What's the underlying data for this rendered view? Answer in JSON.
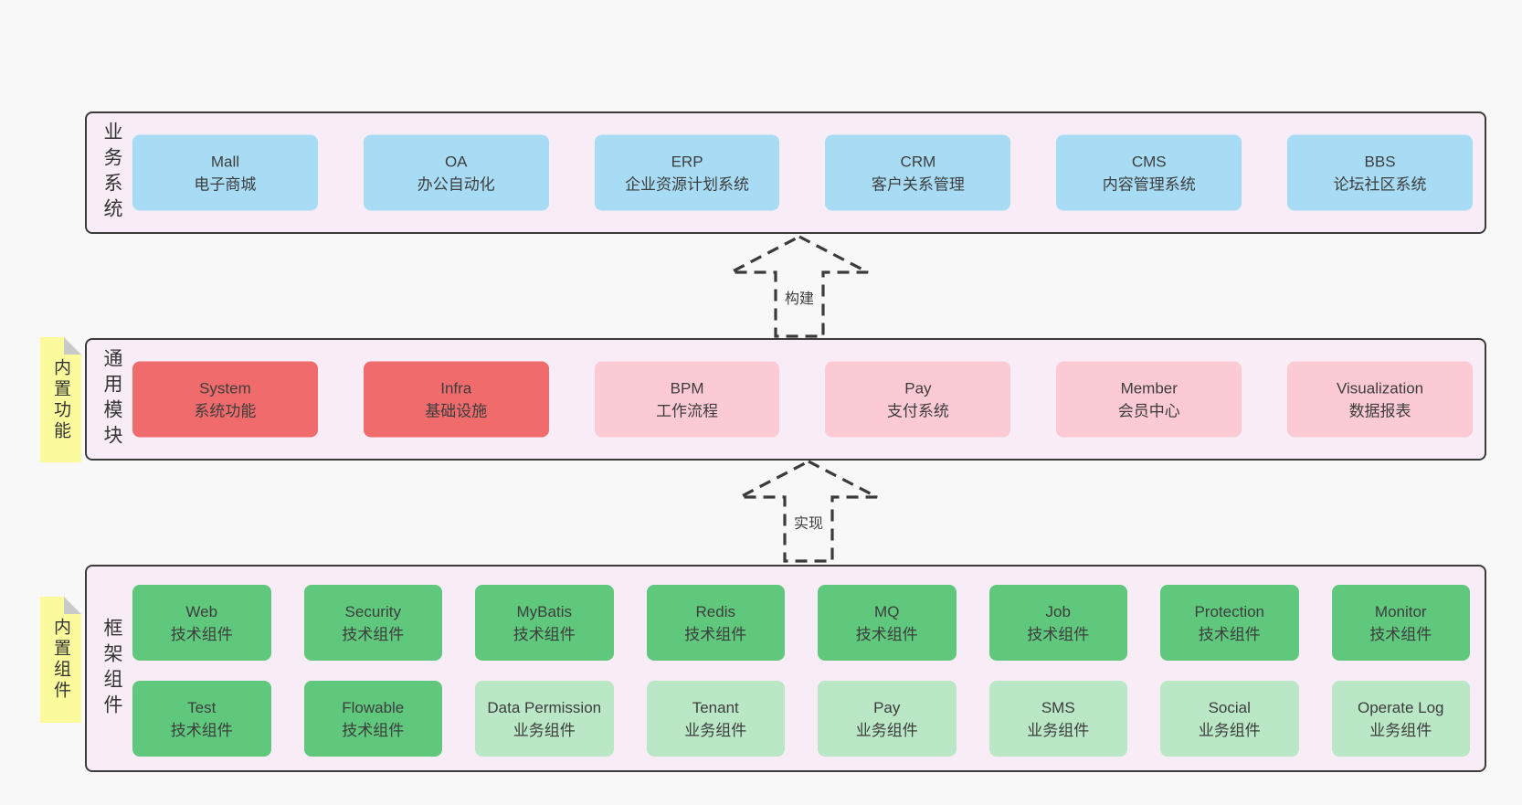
{
  "diagram": {
    "bands": {
      "business": {
        "label": "业务系统",
        "boxes": [
          {
            "title": "Mall",
            "subtitle": "电子商城"
          },
          {
            "title": "OA",
            "subtitle": "办公自动化"
          },
          {
            "title": "ERP",
            "subtitle": "企业资源计划系统"
          },
          {
            "title": "CRM",
            "subtitle": "客户关系管理"
          },
          {
            "title": "CMS",
            "subtitle": "内容管理系统"
          },
          {
            "title": "BBS",
            "subtitle": "论坛社区系统"
          }
        ]
      },
      "modules": {
        "label": "通用模块",
        "sticky": "内置功能",
        "boxes": [
          {
            "title": "System",
            "subtitle": "系统功能"
          },
          {
            "title": "Infra",
            "subtitle": "基础设施"
          },
          {
            "title": "BPM",
            "subtitle": "工作流程"
          },
          {
            "title": "Pay",
            "subtitle": "支付系统"
          },
          {
            "title": "Member",
            "subtitle": "会员中心"
          },
          {
            "title": "Visualization",
            "subtitle": "数据报表"
          }
        ]
      },
      "components": {
        "label": "框架组件",
        "sticky": "内置组件",
        "tech_row": [
          {
            "title": "Web",
            "subtitle": "技术组件"
          },
          {
            "title": "Security",
            "subtitle": "技术组件"
          },
          {
            "title": "MyBatis",
            "subtitle": "技术组件"
          },
          {
            "title": "Redis",
            "subtitle": "技术组件"
          },
          {
            "title": "MQ",
            "subtitle": "技术组件"
          },
          {
            "title": "Job",
            "subtitle": "技术组件"
          },
          {
            "title": "Protection",
            "subtitle": "技术组件"
          },
          {
            "title": "Monitor",
            "subtitle": "技术组件"
          }
        ],
        "biz_row": [
          {
            "title": "Test",
            "subtitle": "技术组件"
          },
          {
            "title": "Flowable",
            "subtitle": "技术组件"
          },
          {
            "title": "Data Permission",
            "subtitle": "业务组件"
          },
          {
            "title": "Tenant",
            "subtitle": "业务组件"
          },
          {
            "title": "Pay",
            "subtitle": "业务组件"
          },
          {
            "title": "SMS",
            "subtitle": "业务组件"
          },
          {
            "title": "Social",
            "subtitle": "业务组件"
          },
          {
            "title": "Operate Log",
            "subtitle": "业务组件"
          }
        ]
      }
    },
    "arrows": {
      "build": "构建",
      "implement": "实现"
    },
    "colors": {
      "page_background": "#f8f8f8",
      "band_fill": "#f8edf6",
      "band_border": "#3b3b3b",
      "business_box": "#a8dcf5",
      "core_module_box": "#ef6b6c",
      "optional_module_box": "#fccad4",
      "tech_component_box": "#5fc87d",
      "biz_component_box": "#bae8c6",
      "sticky_note": "#fbfb9e",
      "sticky_fold": "#c9c9c9",
      "text": "#3d3d3d"
    }
  }
}
